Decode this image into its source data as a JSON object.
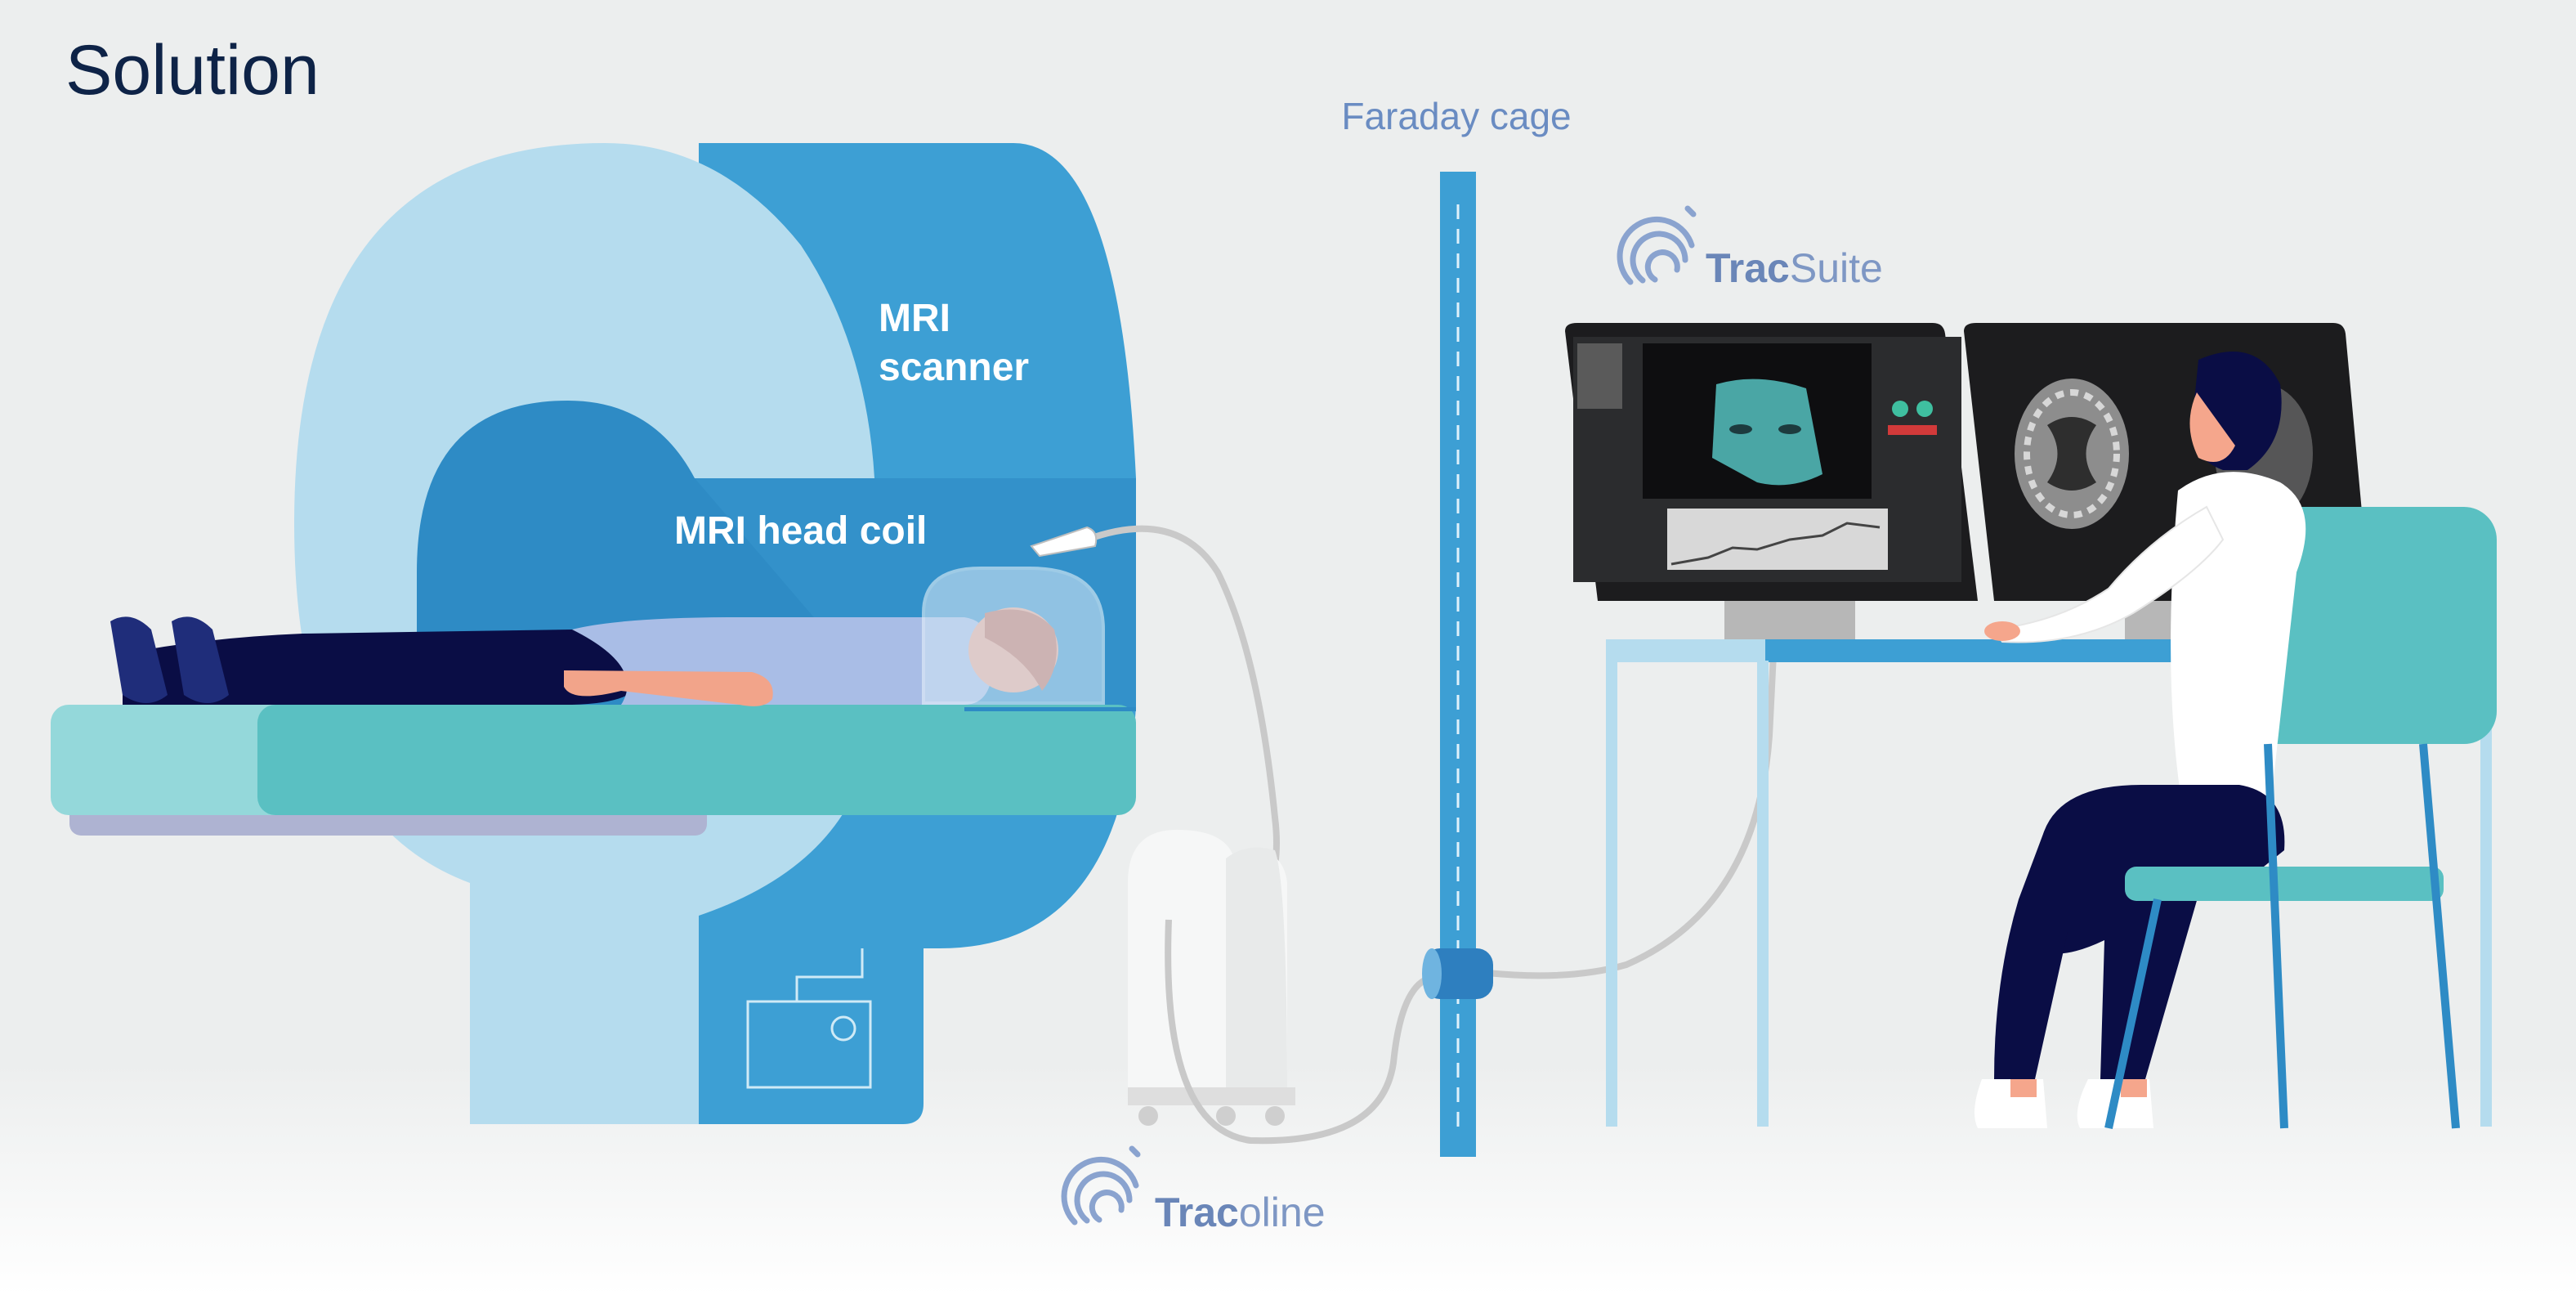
{
  "page": {
    "title": "Solution"
  },
  "labels": {
    "mri_scanner_line1": "MRI",
    "mri_scanner_line2": "scanner",
    "head_coil": "MRI head coil",
    "faraday_cage": "Faraday cage"
  },
  "brands": {
    "tracsuite_bold": "Trac",
    "tracsuite_rest": "Suite",
    "tracoline_bold": "Trac",
    "tracoline_rest": "oline"
  },
  "icons": [
    "tracsuite-logo-icon",
    "tracoline-logo-icon",
    "brain-scan-icon",
    "face-tracking-icon"
  ],
  "colors": {
    "background": "#eceeee",
    "title": "#0e2347",
    "scanner_light": "#b5dcee",
    "scanner_mid": "#3d9fd4",
    "scanner_dark": "#2e8bc5",
    "table_teal": "#5ac0c2",
    "brand_text": "#7e97c4",
    "cage_label": "#6a8cc2"
  }
}
